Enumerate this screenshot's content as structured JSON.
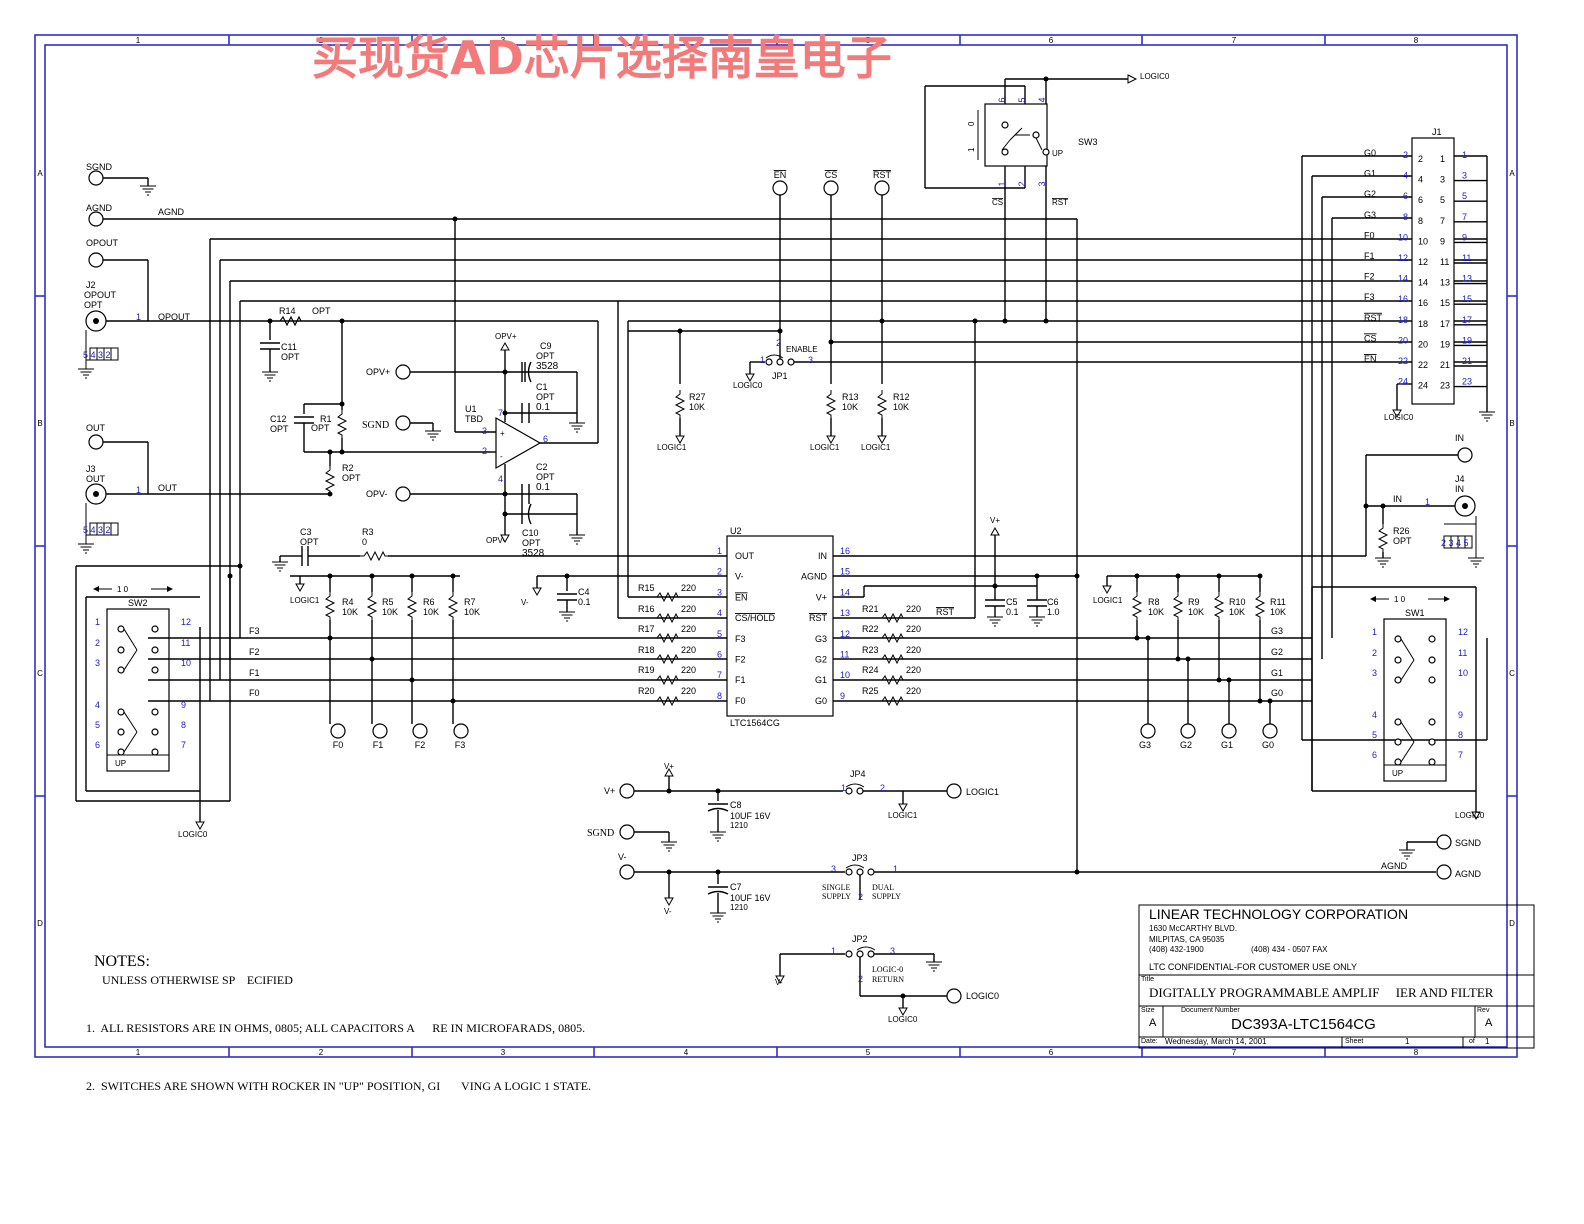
{
  "watermark": "买现货AD芯片选择南皇电子",
  "border": {
    "cols": [
      "1",
      "2",
      "3",
      "4",
      "5",
      "6",
      "7",
      "8"
    ],
    "rows": [
      "A",
      "B",
      "C",
      "D"
    ]
  },
  "connectors": [
    {
      "label": "SGND"
    },
    {
      "label": "AGND"
    },
    {
      "label": "OPOUT"
    },
    {
      "label": "OUT"
    },
    {
      "label": "EN"
    },
    {
      "label": "CS"
    },
    {
      "label": "RST"
    },
    {
      "label": "OPV+"
    },
    {
      "label": "SGND"
    },
    {
      "label": "OPV-"
    },
    {
      "label": "V+"
    },
    {
      "label": "SGND"
    },
    {
      "label": "V-"
    },
    {
      "label": "LOGIC1"
    },
    {
      "label": "LOGIC0"
    },
    {
      "label": "IN"
    },
    {
      "label": "SGND"
    },
    {
      "label": "AGND"
    }
  ],
  "jacks": [
    {
      "ref": "J2",
      "name": "OPOUT",
      "value": "OPT"
    },
    {
      "ref": "J3",
      "name": "OUT",
      "value": ""
    },
    {
      "ref": "J4",
      "name": "IN",
      "value": ""
    }
  ],
  "nets": [
    "AGND",
    "OPOUT",
    "OUT",
    "IN",
    "AGND",
    "ENABLE"
  ],
  "power_labels": [
    "OPV+",
    "OPV-",
    "V+",
    "V+",
    "V-",
    "V-",
    "LOGIC0",
    "LOGIC1"
  ],
  "u1": {
    "ref": "U1",
    "value": "TBD"
  },
  "u2": {
    "ref": "U2",
    "value": "LTC1564CG",
    "left_pins": [
      {
        "num": "1",
        "name": "OUT"
      },
      {
        "num": "2",
        "name": "V-"
      },
      {
        "num": "3",
        "name": "EN"
      },
      {
        "num": "4",
        "name": "CS/HOLD"
      },
      {
        "num": "5",
        "name": "F3"
      },
      {
        "num": "6",
        "name": "F2"
      },
      {
        "num": "7",
        "name": "F1"
      },
      {
        "num": "8",
        "name": "F0"
      }
    ],
    "right_pins": [
      {
        "num": "16",
        "name": "IN"
      },
      {
        "num": "15",
        "name": "AGND"
      },
      {
        "num": "14",
        "name": "V+"
      },
      {
        "num": "13",
        "name": "RST"
      },
      {
        "num": "12",
        "name": "G3"
      },
      {
        "num": "11",
        "name": "G2"
      },
      {
        "num": "10",
        "name": "G1"
      },
      {
        "num": "9",
        "name": "G0"
      }
    ]
  },
  "resistors": [
    {
      "ref": "R14",
      "value": "OPT"
    },
    {
      "ref": "R1",
      "value": "OPT"
    },
    {
      "ref": "R2",
      "value": "OPT"
    },
    {
      "ref": "R3",
      "value": "0"
    },
    {
      "ref": "R4",
      "value": "10K"
    },
    {
      "ref": "R5",
      "value": "10K"
    },
    {
      "ref": "R6",
      "value": "10K"
    },
    {
      "ref": "R7",
      "value": "10K"
    },
    {
      "ref": "R8",
      "value": "10K"
    },
    {
      "ref": "R9",
      "value": "10K"
    },
    {
      "ref": "R10",
      "value": "10K"
    },
    {
      "ref": "R11",
      "value": "10K"
    },
    {
      "ref": "R12",
      "value": "10K"
    },
    {
      "ref": "R13",
      "value": "10K"
    },
    {
      "ref": "R27",
      "value": "10K"
    },
    {
      "ref": "R26",
      "value": "OPT"
    },
    {
      "ref": "R15",
      "value": "220"
    },
    {
      "ref": "R16",
      "value": "220"
    },
    {
      "ref": "R17",
      "value": "220"
    },
    {
      "ref": "R18",
      "value": "220"
    },
    {
      "ref": "R19",
      "value": "220"
    },
    {
      "ref": "R20",
      "value": "220"
    },
    {
      "ref": "R21",
      "value": "220"
    },
    {
      "ref": "R22",
      "value": "220"
    },
    {
      "ref": "R23",
      "value": "220"
    },
    {
      "ref": "R24",
      "value": "220"
    },
    {
      "ref": "R25",
      "value": "220"
    }
  ],
  "capacitors": [
    {
      "ref": "C11",
      "value": "OPT"
    },
    {
      "ref": "C12",
      "value": "OPT"
    },
    {
      "ref": "C9",
      "value": "OPT",
      "pkg": "3528"
    },
    {
      "ref": "C1",
      "value": "OPT",
      "pkg": "0.1"
    },
    {
      "ref": "C2",
      "value": "OPT",
      "pkg": "0.1"
    },
    {
      "ref": "C10",
      "value": "OPT",
      "pkg": "3528"
    },
    {
      "ref": "C3",
      "value": "OPT"
    },
    {
      "ref": "C4",
      "value": "0.1"
    },
    {
      "ref": "C5",
      "value": "0.1"
    },
    {
      "ref": "C6",
      "value": "1.0"
    },
    {
      "ref": "C8",
      "value": "10UF 16V",
      "pkg": "1210"
    },
    {
      "ref": "C7",
      "value": "10UF 16V",
      "pkg": "1210"
    }
  ],
  "switches": {
    "sw2": {
      "ref": "SW2",
      "left": [
        "1",
        "2",
        "3",
        "4",
        "5",
        "6"
      ],
      "right": [
        "12",
        "11",
        "10",
        "9",
        "8",
        "7"
      ],
      "up": "UP",
      "arrows": "1   0"
    },
    "sw1": {
      "ref": "SW1",
      "left": [
        "1",
        "2",
        "3",
        "4",
        "5",
        "6"
      ],
      "right": [
        "12",
        "11",
        "10",
        "9",
        "8",
        "7"
      ],
      "up": "UP",
      "arrows": "1   0"
    },
    "sw3": {
      "ref": "SW3",
      "top": [
        "6",
        "5",
        "4"
      ],
      "bottom": [
        "1",
        "2",
        "3"
      ],
      "up": "UP",
      "arrows_v": [
        "0",
        "1"
      ]
    }
  },
  "jumpers": [
    {
      "ref": "JP1",
      "text": "ENABLE"
    },
    {
      "ref": "JP4",
      "text": ""
    },
    {
      "ref": "JP3",
      "text_left": "SINGLE SUPPLY",
      "text_right": "DUAL SUPPLY"
    },
    {
      "ref": "JP2",
      "text": "LOGIC-0 RETURN"
    }
  ],
  "header": {
    "ref": "J1",
    "left_signals": [
      "G0",
      "G1",
      "G2",
      "G3",
      "F0",
      "F1",
      "F2",
      "F3",
      "RST",
      "CS",
      "EN"
    ],
    "left_pins": [
      "2",
      "4",
      "6",
      "8",
      "10",
      "12",
      "14",
      "16",
      "18",
      "20",
      "22",
      "24"
    ],
    "right_pins": [
      "1",
      "3",
      "5",
      "7",
      "9",
      "11",
      "13",
      "15",
      "17",
      "19",
      "21",
      "23"
    ]
  },
  "bottom_labels_f": [
    "F0",
    "F1",
    "F2",
    "F3"
  ],
  "bottom_labels_g": [
    "G3",
    "G2",
    "G1",
    "G0"
  ],
  "bus_labels": [
    "F3",
    "F2",
    "F1",
    "F0",
    "G3",
    "G2",
    "G1",
    "G0"
  ],
  "notes": {
    "title": "NOTES:",
    "subtitle": "UNLESS OTHERWISE SP    ECIFIED",
    "items": [
      "1.  ALL RESISTORS ARE IN OHMS, 0805; ALL CAPACITORS A      RE IN MICROFARADS, 0805.",
      "2.  SWITCHES ARE SHOWN WITH ROCKER IN \"UP\" POSITION, GI       VING A LOGIC 1 STATE."
    ]
  },
  "title_block": {
    "company": "LINEAR TECHNOLOGY CORPORATION",
    "address1": "1630 McCARTHY BLVD.",
    "address2": "MILPITAS, CA  95035",
    "phone": "(408) 432-1900",
    "fax": "(408) 434 - 0507 FAX",
    "confidential": "LTC CONFIDENTIAL-FOR CUSTOMER USE ONLY",
    "title_label": "Title",
    "title": "DIGITALLY PROGRAMMABLE AMPLIF     IER AND FILTER",
    "size_label": "Size",
    "size": "A",
    "docnum_label": "Document Number",
    "docnum": "DC393A-LTC1564CG",
    "rev_label": "Rev",
    "rev": "A",
    "date_label": "Date:",
    "date": "Wednesday, March 14, 2001",
    "sheet_label": "Sheet",
    "sheet": "1",
    "of_label": "of",
    "of": "1"
  }
}
